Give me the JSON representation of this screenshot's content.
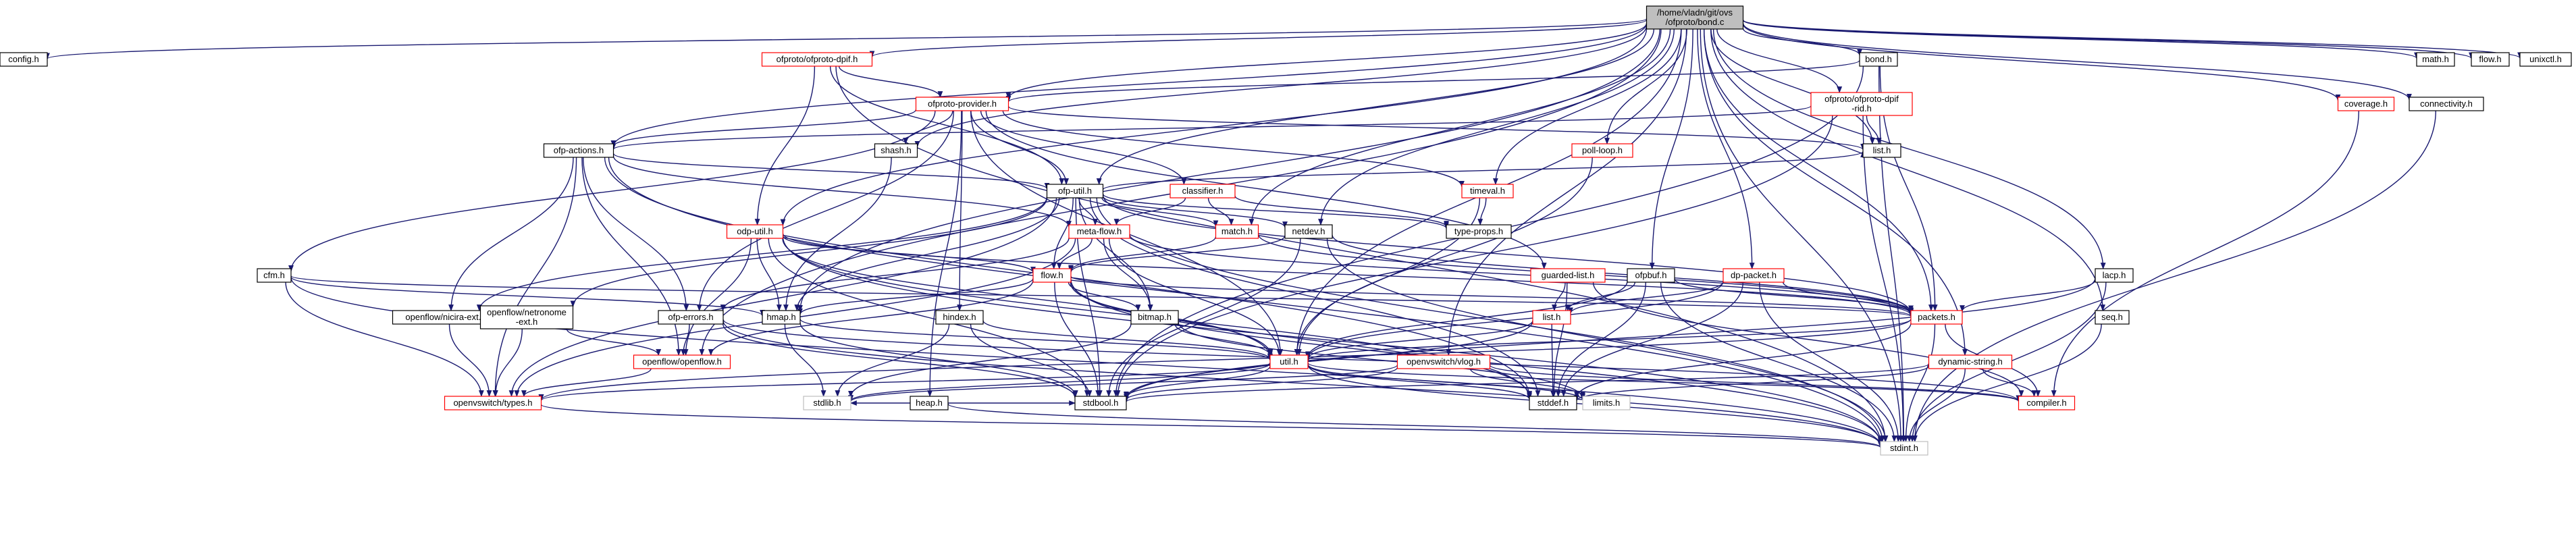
{
  "diagram": {
    "type": "include-dependency-graph",
    "root": "/home/vladn/git/ovs/ofproto/bond.c",
    "colors": {
      "root_fill": "#bfbfbf",
      "node_border_plain": "#000000",
      "node_border_doc": "#ff0000",
      "edge": "#191970",
      "leaf_border": "#bfbfbf"
    },
    "nodes": [
      {
        "id": "root",
        "label": [
          "/home/vladn/git/ovs",
          "/ofproto/bond.c"
        ],
        "style": "root"
      },
      {
        "id": "config",
        "label": [
          "config.h"
        ],
        "style": "plain"
      },
      {
        "id": "dpif",
        "label": [
          "ofproto/ofproto-dpif.h"
        ],
        "style": "red"
      },
      {
        "id": "provider",
        "label": [
          "ofproto-provider.h"
        ],
        "style": "red"
      },
      {
        "id": "shash",
        "label": [
          "shash.h"
        ],
        "style": "plain"
      },
      {
        "id": "actions",
        "label": [
          "ofp-actions.h"
        ],
        "style": "plain"
      },
      {
        "id": "classifier",
        "label": [
          "classifier.h"
        ],
        "style": "red"
      },
      {
        "id": "ofputil",
        "label": [
          "ofp-util.h"
        ],
        "style": "plain"
      },
      {
        "id": "timeval",
        "label": [
          "timeval.h"
        ],
        "style": "red"
      },
      {
        "id": "typeprops",
        "label": [
          "type-props.h"
        ],
        "style": "plain"
      },
      {
        "id": "odputil",
        "label": [
          "odp-util.h"
        ],
        "style": "red"
      },
      {
        "id": "metaflow",
        "label": [
          "meta-flow.h"
        ],
        "style": "red"
      },
      {
        "id": "match",
        "label": [
          "match.h"
        ],
        "style": "red"
      },
      {
        "id": "netdev",
        "label": [
          "netdev.h"
        ],
        "style": "plain"
      },
      {
        "id": "flow",
        "label": [
          "flow.h"
        ],
        "style": "red"
      },
      {
        "id": "cfm",
        "label": [
          "cfm.h"
        ],
        "style": "plain"
      },
      {
        "id": "nicira",
        "label": [
          "openflow/nicira-ext.h"
        ],
        "style": "plain"
      },
      {
        "id": "netronome",
        "label": [
          "openflow/netronome",
          "-ext.h"
        ],
        "style": "plain"
      },
      {
        "id": "ofperrors",
        "label": [
          "ofp-errors.h"
        ],
        "style": "plain"
      },
      {
        "id": "hmap",
        "label": [
          "hmap.h"
        ],
        "style": "plain"
      },
      {
        "id": "hindex",
        "label": [
          "hindex.h"
        ],
        "style": "plain"
      },
      {
        "id": "bitmap",
        "label": [
          "bitmap.h"
        ],
        "style": "plain"
      },
      {
        "id": "heap",
        "label": [
          "heap.h"
        ],
        "style": "plain"
      },
      {
        "id": "openflow",
        "label": [
          "openflow/openflow.h"
        ],
        "style": "red"
      },
      {
        "id": "types",
        "label": [
          "openvswitch/types.h"
        ],
        "style": "red"
      },
      {
        "id": "util",
        "label": [
          "util.h"
        ],
        "style": "red"
      },
      {
        "id": "stdlib",
        "label": [
          "stdlib.h"
        ],
        "style": "leaf"
      },
      {
        "id": "stdbool",
        "label": [
          "stdbool.h"
        ],
        "style": "plain"
      },
      {
        "id": "stddef",
        "label": [
          "stddef.h"
        ],
        "style": "plain"
      },
      {
        "id": "limits",
        "label": [
          "limits.h"
        ],
        "style": "leaf"
      },
      {
        "id": "stdint",
        "label": [
          "stdint.h"
        ],
        "style": "leaf"
      },
      {
        "id": "pollloop",
        "label": [
          "poll-loop.h"
        ],
        "style": "red"
      },
      {
        "id": "ofpbuf",
        "label": [
          "ofpbuf.h"
        ],
        "style": "plain"
      },
      {
        "id": "guarded",
        "label": [
          "guarded-list.h"
        ],
        "style": "red"
      },
      {
        "id": "list",
        "label": [
          "list.h"
        ],
        "style": "red"
      },
      {
        "id": "dppacket",
        "label": [
          "dp-packet.h"
        ],
        "style": "red"
      },
      {
        "id": "packets",
        "label": [
          "packets.h"
        ],
        "style": "red"
      },
      {
        "id": "vlog",
        "label": [
          "openvswitch/vlog.h"
        ],
        "style": "red"
      },
      {
        "id": "bondh",
        "label": [
          "bond.h"
        ],
        "style": "plain"
      },
      {
        "id": "dpifrid",
        "label": [
          "ofproto/ofproto-dpif",
          "-rid.h"
        ],
        "style": "red"
      },
      {
        "id": "listh",
        "label": [
          "list.h"
        ],
        "style": "plain"
      },
      {
        "id": "lacp",
        "label": [
          "lacp.h"
        ],
        "style": "plain"
      },
      {
        "id": "seq",
        "label": [
          "seq.h"
        ],
        "style": "plain"
      },
      {
        "id": "dynstr",
        "label": [
          "dynamic-string.h"
        ],
        "style": "red"
      },
      {
        "id": "compiler",
        "label": [
          "compiler.h"
        ],
        "style": "red"
      },
      {
        "id": "coverage",
        "label": [
          "coverage.h"
        ],
        "style": "red"
      },
      {
        "id": "connectivity",
        "label": [
          "connectivity.h"
        ],
        "style": "plain"
      },
      {
        "id": "math",
        "label": [
          "math.h"
        ],
        "style": "plain"
      },
      {
        "id": "flowh2",
        "label": [
          "flow.h"
        ],
        "style": "plain"
      },
      {
        "id": "unixctl",
        "label": [
          "unixctl.h"
        ],
        "style": "plain"
      }
    ],
    "edges": [
      [
        "root",
        "config"
      ],
      [
        "root",
        "dpif"
      ],
      [
        "root",
        "provider"
      ],
      [
        "root",
        "shash"
      ],
      [
        "root",
        "actions"
      ],
      [
        "root",
        "ofputil"
      ],
      [
        "root",
        "odputil"
      ],
      [
        "root",
        "hmap"
      ],
      [
        "root",
        "match"
      ],
      [
        "root",
        "netdev"
      ],
      [
        "root",
        "timeval"
      ],
      [
        "root",
        "pollloop"
      ],
      [
        "root",
        "ofpbuf"
      ],
      [
        "root",
        "dppacket"
      ],
      [
        "root",
        "listh"
      ],
      [
        "root",
        "bondh"
      ],
      [
        "root",
        "dpifrid"
      ],
      [
        "root",
        "packets"
      ],
      [
        "root",
        "lacp"
      ],
      [
        "root",
        "seq"
      ],
      [
        "root",
        "dynstr"
      ],
      [
        "root",
        "coverage"
      ],
      [
        "root",
        "connectivity"
      ],
      [
        "root",
        "math"
      ],
      [
        "root",
        "flowh2"
      ],
      [
        "root",
        "unixctl"
      ],
      [
        "root",
        "openflow"
      ],
      [
        "root",
        "stdint"
      ],
      [
        "root",
        "util"
      ],
      [
        "root",
        "vlog"
      ],
      [
        "dpif",
        "provider"
      ],
      [
        "dpif",
        "odputil"
      ],
      [
        "dpif",
        "ofputil"
      ],
      [
        "dpif",
        "stdint"
      ],
      [
        "provider",
        "actions"
      ],
      [
        "provider",
        "shash"
      ],
      [
        "provider",
        "classifier"
      ],
      [
        "provider",
        "ofputil"
      ],
      [
        "provider",
        "timeval"
      ],
      [
        "provider",
        "guarded"
      ],
      [
        "provider",
        "listh"
      ],
      [
        "provider",
        "hindex"
      ],
      [
        "provider",
        "heap"
      ],
      [
        "provider",
        "cfm"
      ],
      [
        "provider",
        "ofperrors"
      ],
      [
        "provider",
        "util"
      ],
      [
        "shash",
        "hmap"
      ],
      [
        "actions",
        "ofputil"
      ],
      [
        "actions",
        "metaflow"
      ],
      [
        "actions",
        "nicira"
      ],
      [
        "actions",
        "openflow"
      ],
      [
        "actions",
        "ofperrors"
      ],
      [
        "actions",
        "types"
      ],
      [
        "actions",
        "stdint"
      ],
      [
        "actions",
        "stddef"
      ],
      [
        "classifier",
        "match"
      ],
      [
        "classifier",
        "metaflow"
      ],
      [
        "classifier",
        "typeprops"
      ],
      [
        "ofputil",
        "match"
      ],
      [
        "ofputil",
        "netdev"
      ],
      [
        "ofputil",
        "flow"
      ],
      [
        "ofputil",
        "metaflow"
      ],
      [
        "ofputil",
        "nicira"
      ],
      [
        "ofputil",
        "netronome"
      ],
      [
        "ofputil",
        "bitmap"
      ],
      [
        "ofputil",
        "hmap"
      ],
      [
        "ofputil",
        "stdbool"
      ],
      [
        "ofputil",
        "stddef"
      ],
      [
        "ofputil",
        "stdint"
      ],
      [
        "ofputil",
        "typeprops"
      ],
      [
        "ofputil",
        "types"
      ],
      [
        "ofputil",
        "packets"
      ],
      [
        "ofputil",
        "listh"
      ],
      [
        "timeval",
        "typeprops"
      ],
      [
        "timeval",
        "util"
      ],
      [
        "odputil",
        "flow"
      ],
      [
        "odputil",
        "hmap"
      ],
      [
        "odputil",
        "util"
      ],
      [
        "odputil",
        "openflow"
      ],
      [
        "odputil",
        "stdbool"
      ],
      [
        "odputil",
        "stddef"
      ],
      [
        "odputil",
        "stdint"
      ],
      [
        "odputil",
        "packets"
      ],
      [
        "metaflow",
        "flow"
      ],
      [
        "metaflow",
        "bitmap"
      ],
      [
        "metaflow",
        "ofperrors"
      ],
      [
        "metaflow",
        "packets"
      ],
      [
        "metaflow",
        "util"
      ],
      [
        "metaflow",
        "types"
      ],
      [
        "match",
        "flow"
      ],
      [
        "match",
        "packets"
      ],
      [
        "netdev",
        "flow"
      ],
      [
        "netdev",
        "packets"
      ],
      [
        "netdev",
        "stdbool"
      ],
      [
        "netdev",
        "stdint"
      ],
      [
        "flow",
        "bitmap"
      ],
      [
        "flow",
        "hmap"
      ],
      [
        "flow",
        "openflow"
      ],
      [
        "flow",
        "packets"
      ],
      [
        "flow",
        "util"
      ],
      [
        "flow",
        "stdbool"
      ],
      [
        "flow",
        "stdint"
      ],
      [
        "flow",
        "stddef"
      ],
      [
        "cfm",
        "hmap"
      ],
      [
        "cfm",
        "types"
      ],
      [
        "cfm",
        "packets"
      ],
      [
        "cfm",
        "stdint"
      ],
      [
        "nicira",
        "types"
      ],
      [
        "netronome",
        "types"
      ],
      [
        "netronome",
        "openflow"
      ],
      [
        "ofperrors",
        "openflow"
      ],
      [
        "ofperrors",
        "stdint"
      ],
      [
        "ofperrors",
        "stdbool"
      ],
      [
        "ofperrors",
        "compiler"
      ],
      [
        "hmap",
        "stdbool"
      ],
      [
        "hmap",
        "stdlib"
      ],
      [
        "hmap",
        "util"
      ],
      [
        "hindex",
        "stdbool"
      ],
      [
        "hindex",
        "util"
      ],
      [
        "hindex",
        "stdlib"
      ],
      [
        "bitmap",
        "limits"
      ],
      [
        "bitmap",
        "util"
      ],
      [
        "bitmap",
        "stdlib"
      ],
      [
        "heap",
        "stdbool"
      ],
      [
        "heap",
        "stdint"
      ],
      [
        "heap",
        "stdlib"
      ],
      [
        "openflow",
        "types"
      ],
      [
        "types",
        "stdint"
      ],
      [
        "util",
        "limits"
      ],
      [
        "util",
        "stdint"
      ],
      [
        "util",
        "stdbool"
      ],
      [
        "util",
        "stddef"
      ],
      [
        "util",
        "stdlib"
      ],
      [
        "util",
        "compiler"
      ],
      [
        "util",
        "types"
      ],
      [
        "pollloop",
        "util"
      ],
      [
        "ofpbuf",
        "list"
      ],
      [
        "ofpbuf",
        "util"
      ],
      [
        "ofpbuf",
        "stddef"
      ],
      [
        "ofpbuf",
        "stdint"
      ],
      [
        "ofpbuf",
        "packets"
      ],
      [
        "guarded",
        "list"
      ],
      [
        "guarded",
        "compiler"
      ],
      [
        "guarded",
        "stddef"
      ],
      [
        "list",
        "util"
      ],
      [
        "list",
        "stdbool"
      ],
      [
        "list",
        "stddef"
      ],
      [
        "dppacket",
        "packets"
      ],
      [
        "dppacket",
        "util"
      ],
      [
        "dppacket",
        "list"
      ],
      [
        "dppacket",
        "stddef"
      ],
      [
        "dppacket",
        "stdint"
      ],
      [
        "packets",
        "compiler"
      ],
      [
        "packets",
        "util"
      ],
      [
        "packets",
        "stdint"
      ],
      [
        "packets",
        "stddef"
      ],
      [
        "packets",
        "types"
      ],
      [
        "vlog",
        "compiler"
      ],
      [
        "vlog",
        "stdbool"
      ],
      [
        "vlog",
        "limits"
      ],
      [
        "vlog",
        "stdlib"
      ],
      [
        "bondh",
        "provider"
      ],
      [
        "bondh",
        "packets"
      ],
      [
        "bondh",
        "stdint"
      ],
      [
        "bondh",
        "stdbool"
      ],
      [
        "dpifrid",
        "actions"
      ],
      [
        "dpifrid",
        "listh"
      ],
      [
        "dpifrid",
        "stdint"
      ],
      [
        "dpifrid",
        "stdbool"
      ],
      [
        "lacp",
        "packets"
      ],
      [
        "lacp",
        "stdint"
      ],
      [
        "lacp",
        "stdbool"
      ],
      [
        "seq",
        "stdint"
      ],
      [
        "dynstr",
        "compiler"
      ],
      [
        "dynstr",
        "stdint"
      ],
      [
        "dynstr",
        "stddef"
      ],
      [
        "dynstr",
        "stdbool"
      ],
      [
        "coverage",
        "compiler"
      ],
      [
        "connectivity",
        "stdint"
      ]
    ]
  }
}
